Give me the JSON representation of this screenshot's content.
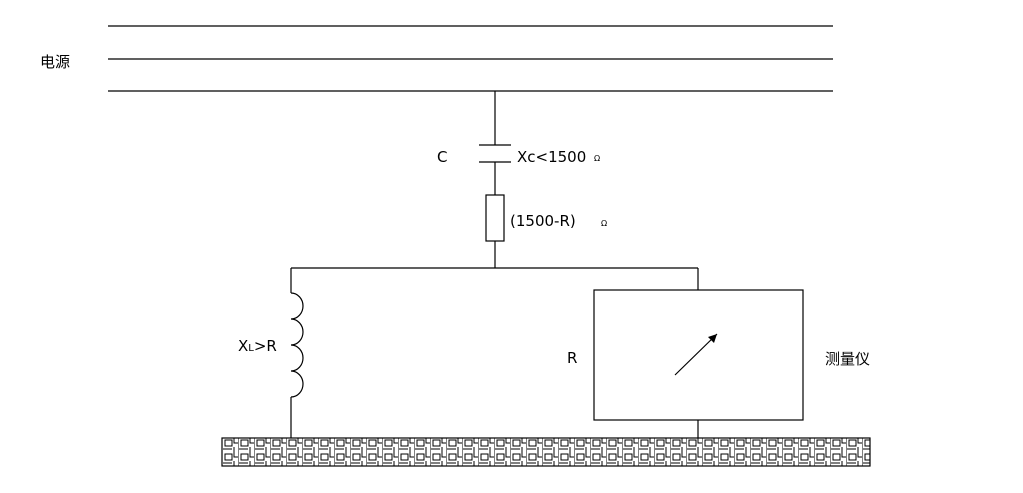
{
  "labels": {
    "power_source": "电源",
    "capacitor": "C",
    "capacitor_reactance": "Xc<1500",
    "capacitor_unit": "Ω",
    "resistor": "(1500-R)",
    "resistor_unit": "Ω",
    "inductor_main": "X",
    "inductor_sub": "L",
    "inductor_rest": ">R",
    "meter_resistance": "R",
    "meter": "测量仪"
  }
}
